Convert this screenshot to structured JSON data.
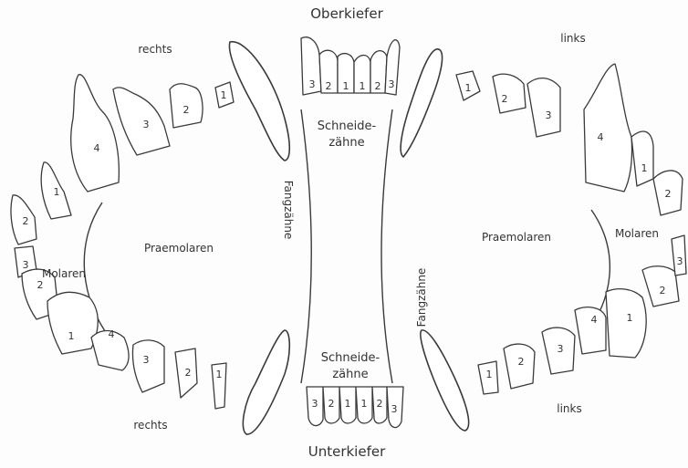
{
  "labels": {
    "oberkiefer": "Oberkiefer",
    "unterkiefer": "Unterkiefer",
    "rechts_top": "rechts",
    "rechts_bottom": "rechts",
    "links_top": "links",
    "links_bottom": "links",
    "schneidezaehne_top_1": "Schneide-",
    "schneidezaehne_top_2": "zähne",
    "schneidezaehne_bottom_1": "Schneide-",
    "schneidezaehne_bottom_2": "zähne",
    "fangzaehne_left": "Fangzähne",
    "fangzaehne_right": "Fangzähne",
    "praemolaren_left": "Praemolaren",
    "praemolaren_right": "Praemolaren",
    "molaren_left": "Molaren",
    "molaren_right": "Molaren"
  },
  "tooth_numbers": {
    "upper_incisors": [
      "3",
      "2",
      "1",
      "1",
      "2",
      "3"
    ],
    "lower_incisors": [
      "3",
      "2",
      "1",
      "1",
      "2",
      "3"
    ],
    "upper_right_premolars": [
      "4",
      "3",
      "2",
      "1"
    ],
    "upper_right_molars": [
      "1",
      "2"
    ],
    "upper_left_premolars": [
      "1",
      "2",
      "3",
      "4"
    ],
    "upper_left_molars": [
      "1",
      "2"
    ],
    "lower_right_molars": [
      "3",
      "2",
      "1"
    ],
    "lower_right_premolars": [
      "4",
      "3",
      "2",
      "1"
    ],
    "lower_left_molars": [
      "1",
      "2",
      "3"
    ],
    "lower_left_premolars": [
      "4",
      "3",
      "2",
      "1"
    ]
  }
}
